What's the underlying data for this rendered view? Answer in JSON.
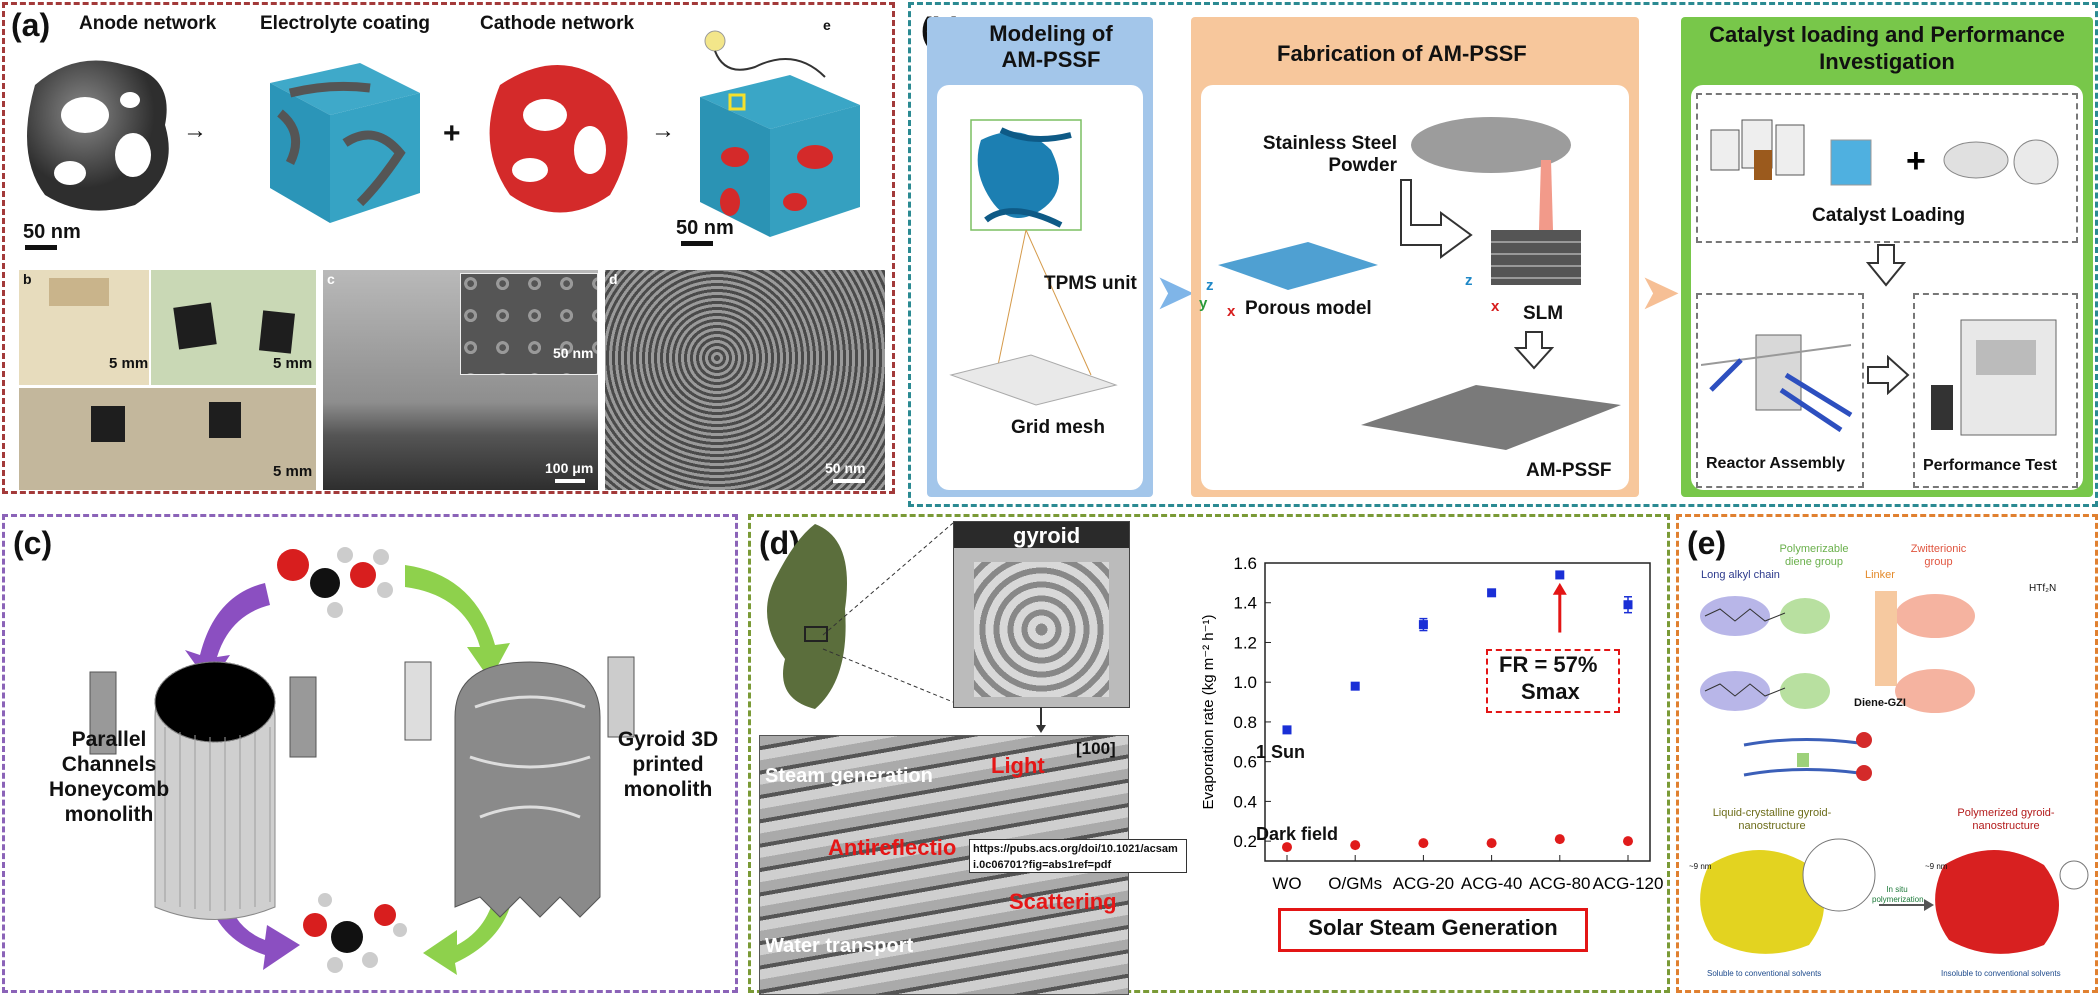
{
  "panel_a": {
    "label": "(a)",
    "anode": "Anode network",
    "electrolyte": "Electrolyte coating",
    "cathode": "Cathode network",
    "electron": "e",
    "scale_left": "50 nm",
    "scale_right": "50 nm",
    "sub_b": "b",
    "sub_c": "c",
    "sub_d": "d",
    "photo_scale_1": "5 mm",
    "photo_scale_2": "5 mm",
    "photo_scale_3": "5 mm",
    "sem_inset_scale": "50 nm",
    "sem_scale": "100 μm",
    "sem_d_scale": "50 nm"
  },
  "panel_b": {
    "label": "(b)",
    "col1_title": "Modeling of AM-PSSF",
    "col2_title": "Fabrication of AM-PSSF",
    "col3_title": "Catalyst loading and Performance Investigation",
    "tpms": "TPMS unit",
    "grid_mesh": "Grid mesh",
    "powder": "Stainless Steel Powder",
    "porous_model": "Porous model",
    "slm": "SLM",
    "am_pssf": "AM-PSSF",
    "catalyst_loading": "Catalyst Loading",
    "reactor": "Reactor Assembly",
    "performance": "Performance Test",
    "axis_z": "z",
    "axis_y": "y",
    "axis_x": "x"
  },
  "panel_c": {
    "label": "(c)",
    "left_text": "Parallel Channels Honeycomb monolith",
    "right_text": "Gyroid 3D printed monolith"
  },
  "panel_d": {
    "label": "(d)",
    "gyroid": "gyroid",
    "direction": "[100]",
    "steam": "Steam generation",
    "light": "Light",
    "antireflection": "Antireflectio",
    "url": "https://pubs.acs.org/doi/10.1021/acsami.0c06701?fig=abs1ref=pdf",
    "scattering": "Scattering",
    "water": "Water transport",
    "one_sun": "1 Sun",
    "dark_field": "Dark field",
    "fr_label": "FR = 57%",
    "smax": "Smax",
    "footer": "Solar Steam Generation"
  },
  "panel_e": {
    "label": "(e)",
    "long_alkyl": "Long alkyl chain",
    "polymerizable": "Polymerizable diene group",
    "linker": "Linker",
    "zwitterionic": "Zwitterionic group",
    "htf": "HTf₂N",
    "diene": "Diene-GZI",
    "lc_label": "Liquid-crystalline gyroid-nanostructure",
    "poly_label": "Polymerized gyroid-nanostructure",
    "in_situ": "In situ polymerization",
    "soluble": "Soluble to conventional solvents",
    "insoluble": "Insoluble to conventional solvents",
    "size_left": "~9 nm",
    "size_right": "~9 nm"
  },
  "chart_data": {
    "type": "scatter",
    "ylabel": "Evaporation rate (kg m⁻² h⁻¹)",
    "categories": [
      "WO",
      "O/GMs",
      "ACG-20",
      "ACG-40",
      "ACG-80",
      "ACG-120"
    ],
    "ylim": [
      0.1,
      1.6
    ],
    "yticks": [
      0.2,
      0.4,
      0.6,
      0.8,
      1.0,
      1.2,
      1.4,
      1.6
    ],
    "series": [
      {
        "values": [
          0.76,
          0.98,
          1.29,
          1.45,
          1.54,
          1.39
        ],
        "errors": [
          0.01,
          0.01,
          0.03,
          0.01,
          0.01,
          0.04
        ],
        "color": "#1a2fd6",
        "marker": "square"
      },
      {
        "values": [
          0.17,
          0.18,
          0.19,
          0.19,
          0.21,
          0.2
        ],
        "errors": [
          0,
          0,
          0,
          0,
          0,
          0
        ],
        "color": "#e01b1b",
        "marker": "circle"
      }
    ],
    "annotations": [
      "1 Sun",
      "Dark field",
      "FR = 57%",
      "Smax"
    ]
  },
  "colors": {
    "red_text": "#e31515",
    "blue_box": "#9fc3e8",
    "orange_box": "#f8c79a",
    "green_box": "#7dc84a",
    "purple_arrow": "#8a4cbe",
    "green_arrow": "#8ed44b"
  }
}
